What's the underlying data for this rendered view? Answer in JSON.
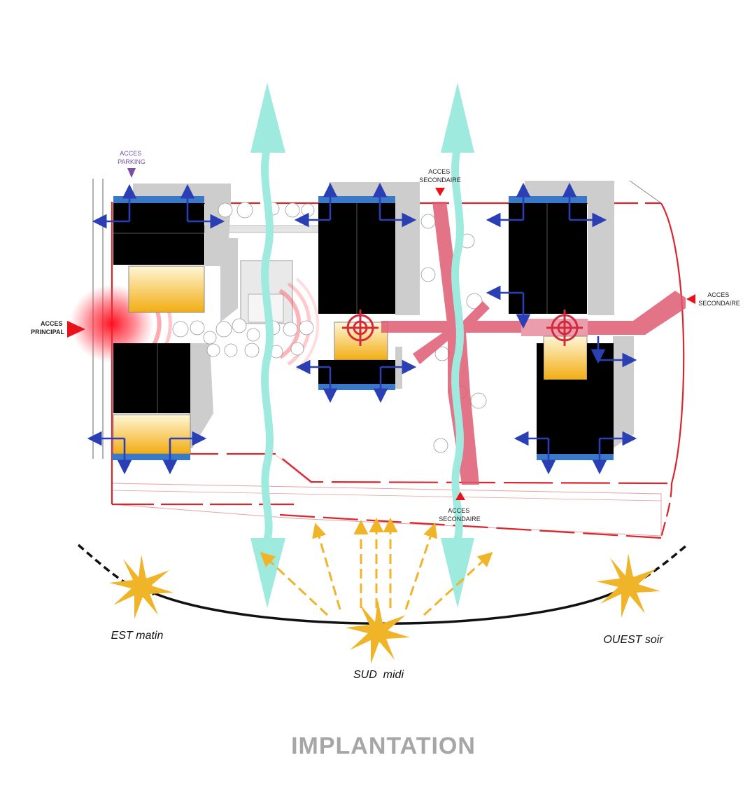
{
  "title": "IMPLANTATION",
  "labels": {
    "acces_parking": [
      "ACCES",
      "PARKING"
    ],
    "acces_principal": [
      "ACCES",
      "PRINCIPAL"
    ],
    "acces_secondaire_top": [
      "ACCES",
      "SECONDAIRE"
    ],
    "acces_secondaire_right": [
      "ACCES",
      "SECONDAIRE"
    ],
    "acces_secondaire_bottom": [
      "ACCES",
      "SECONDAIRE"
    ]
  },
  "sun": {
    "east": "EST matin",
    "south": "SUD  midi",
    "west": "OUEST soir"
  },
  "colors": {
    "site_boundary": "#d9262c",
    "building": "#000000",
    "facade": "#3a78c9",
    "patio": "#f3b51c",
    "wind": "#9eeadf",
    "circulation": "#de5a72",
    "arrows": "#2b3fb5",
    "sun": "#f0b429",
    "access_marker": "#e8121a",
    "parking_marker": "#7a4fa0",
    "shadow": "#c9c9c9"
  },
  "icons": [
    "sun-icon",
    "target-icon",
    "triangle-marker-icon",
    "double-arrow-icon"
  ]
}
